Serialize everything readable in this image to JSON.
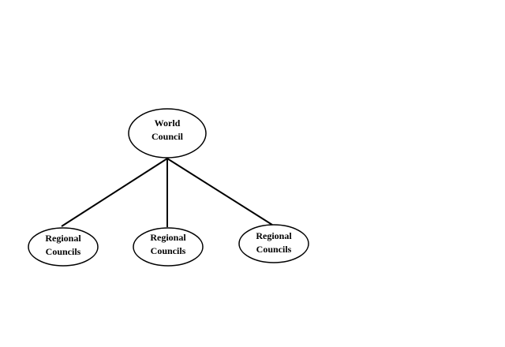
{
  "diagram": {
    "root": {
      "line1": "World",
      "line2": "Council"
    },
    "children": [
      {
        "line1": "Regional",
        "line2": "Councils"
      },
      {
        "line1": "Regional",
        "line2": "Councils"
      },
      {
        "line1": "Regional",
        "line2": "Councils"
      }
    ],
    "colors": {
      "stroke": "#000000",
      "fill": "#ffffff"
    }
  }
}
